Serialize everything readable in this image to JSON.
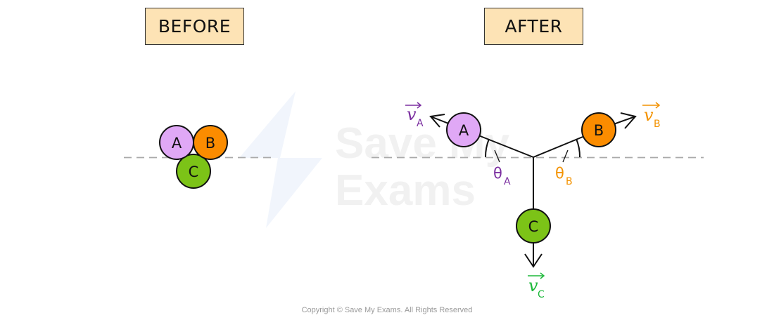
{
  "panels": {
    "before": {
      "title": "BEFORE"
    },
    "after": {
      "title": "AFTER"
    }
  },
  "watermark": {
    "line1": "Save My",
    "line2": "Exams"
  },
  "balls": {
    "A": {
      "label": "A",
      "color": "#e0a8f6"
    },
    "B": {
      "label": "B",
      "color": "#fb8c00"
    },
    "C": {
      "label": "C",
      "color": "#7cc317"
    }
  },
  "velocities": {
    "A": {
      "symbol": "v",
      "subscript": "A",
      "color": "#7b2fa0"
    },
    "B": {
      "symbol": "v",
      "subscript": "B",
      "color": "#f39200"
    },
    "C": {
      "symbol": "v",
      "subscript": "C",
      "color": "#1db83a"
    }
  },
  "angles": {
    "A": {
      "symbol": "θ",
      "subscript": "A",
      "color": "#7b2fa0"
    },
    "B": {
      "symbol": "θ",
      "subscript": "B",
      "color": "#f39200"
    }
  },
  "footer": {
    "copyright": "Copyright © Save My Exams. All Rights Reserved"
  }
}
